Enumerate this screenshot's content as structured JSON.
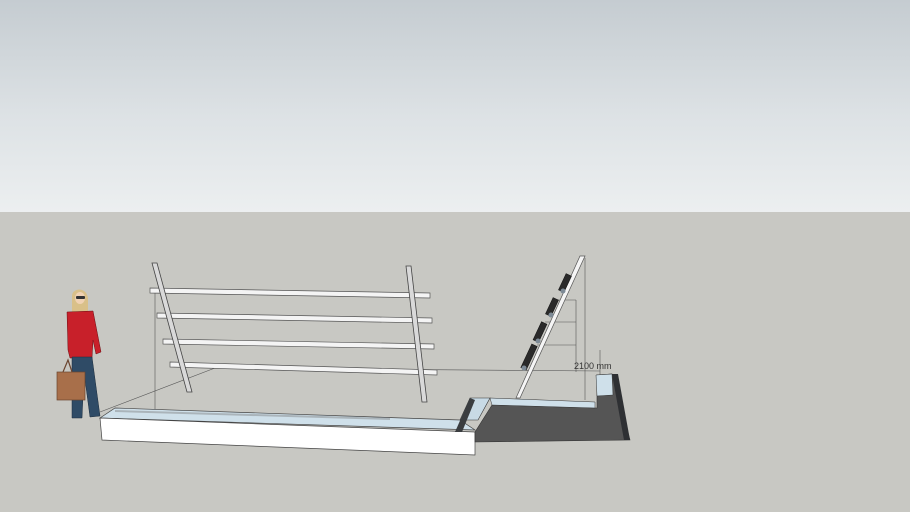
{
  "scene": {
    "title": "3D model viewport",
    "sky_colors": [
      "#c5ccd1",
      "#eceff0"
    ],
    "ground_color": "#c8c8c3",
    "dimension": {
      "value": "2100 mm"
    },
    "objects": {
      "person": "scale-figure-woman-with-handbag",
      "frame": "rail-frame-with-4-horizontal-pipes",
      "ladder": "inclined-side-frame-with-4-rollers",
      "base": "white-concrete-slab",
      "pit": "dark-recessed-pit"
    },
    "colors": {
      "shirt": "#c8202a",
      "jeans": "#2f4b66",
      "bag": "#a86f4a",
      "pipe": "#f4f4f4",
      "slab": "#ffffff",
      "water": "#cfe0ea",
      "pit": "#555555"
    }
  }
}
